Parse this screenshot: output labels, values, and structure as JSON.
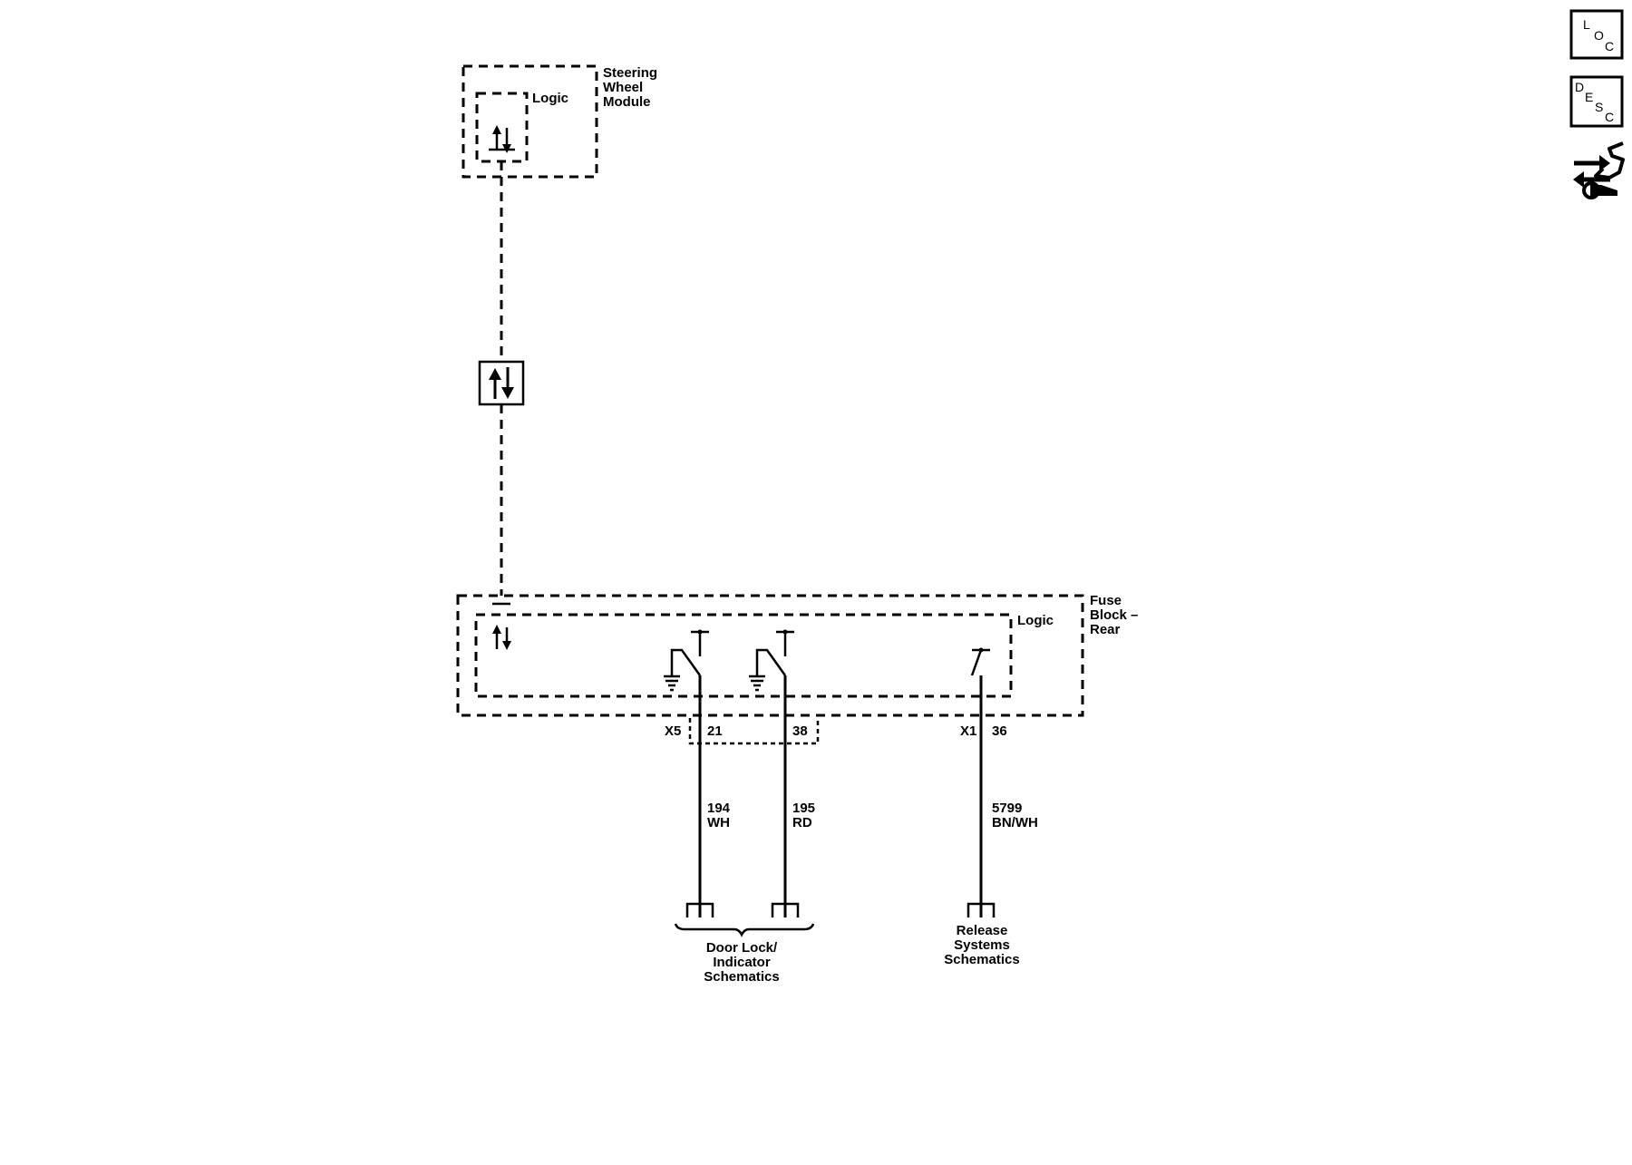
{
  "modules": {
    "steering_wheel": {
      "name_lines": [
        "Steering",
        "Wheel",
        "Module"
      ],
      "logic_label": "Logic"
    },
    "fuse_block_rear": {
      "name_lines": [
        "Fuse",
        "Block –",
        "Rear"
      ],
      "logic_label": "Logic"
    }
  },
  "connectors": {
    "x5": {
      "label": "X5",
      "pin_a": "21",
      "pin_b": "38"
    },
    "x1": {
      "label": "X1",
      "pin": "36"
    }
  },
  "wires": {
    "w194": {
      "circuit": "194",
      "color": "WH"
    },
    "w195": {
      "circuit": "195",
      "color": "RD"
    },
    "w5799": {
      "circuit": "5799",
      "color": "BN/WH"
    }
  },
  "references": {
    "door_lock": {
      "lines": [
        "Door Lock/",
        "Indicator",
        "Schematics"
      ]
    },
    "release": {
      "lines": [
        "Release",
        "Systems",
        "Schematics"
      ]
    }
  },
  "side_icons": {
    "loc": {
      "icon": "location-view-icon",
      "letters": [
        "L",
        "O",
        "C"
      ]
    },
    "desc": {
      "icon": "description-icon",
      "letters": [
        "D",
        "E",
        "S",
        "C"
      ]
    },
    "connector_tool": {
      "icon": "connector-end-view-icon"
    }
  }
}
